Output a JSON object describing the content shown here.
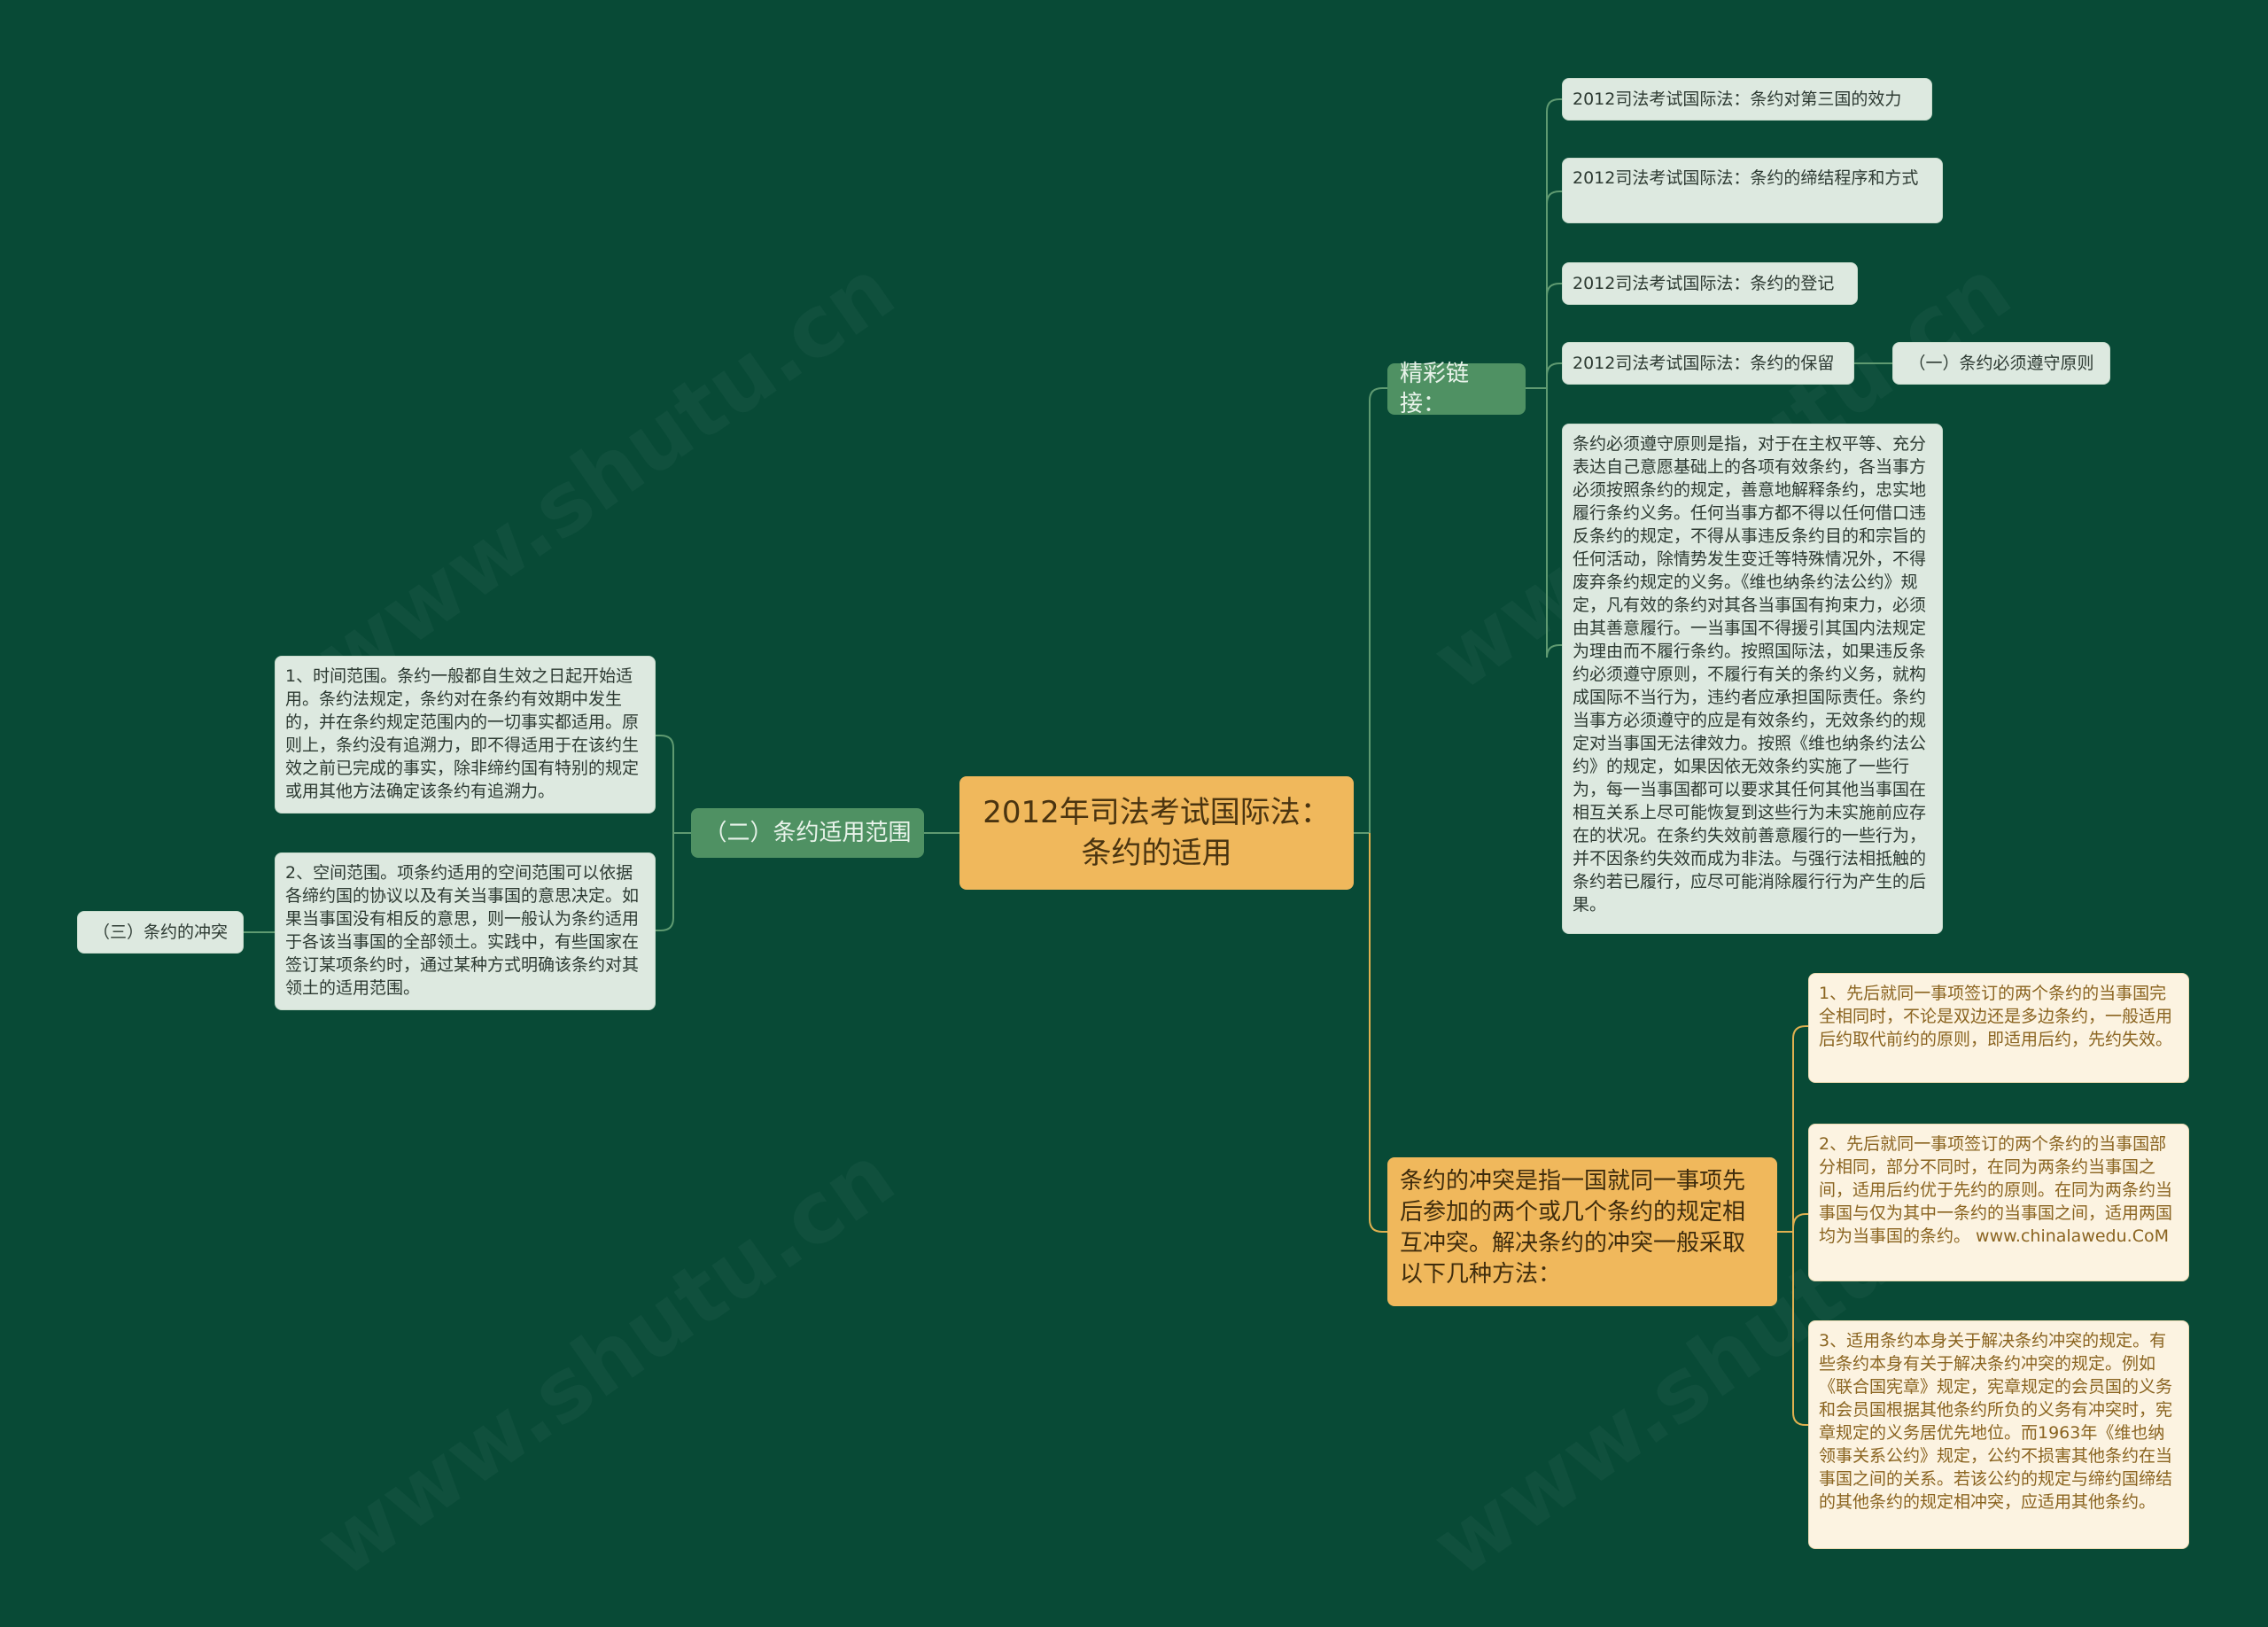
{
  "root": {
    "title": "2012年司法考试国际法：条约的适用"
  },
  "left_branch": {
    "label": "（二）条约适用范围",
    "items": [
      "1、时间范围。条约一般都自生效之日起开始适用。条约法规定，条约对在条约有效期中发生的，并在条约规定范围内的一切事实都适用。原则上，条约没有追溯力，即不得适用于在该约生效之前已完成的事实，除非缔约国有特别的规定或用其他方法确定该条约有追溯力。",
      "2、空间范围。项条约适用的空间范围可以依据各缔约国的协议以及有关当事国的意思决定。如果当事国没有相反的意思，则一般认为条约适用于各该当事国的全部领土。实践中，有些国家在签订某项条约时，通过某种方式明确该条约对其领土的适用范围。"
    ],
    "sub_label": "（三）条约的冲突"
  },
  "right_top_branch": {
    "label": "精彩链接：",
    "links": [
      "2012司法考试国际法：条约对第三国的效力",
      "2012司法考试国际法：条约的缔结程序和方式",
      "2012司法考试国际法：条约的登记",
      "2012司法考试国际法：条约的保留"
    ],
    "link_child": "（一）条约必须遵守原则",
    "detail": "条约必须遵守原则是指，对于在主权平等、充分表达自己意愿基础上的各项有效条约，各当事方必须按照条约的规定，善意地解释条约，忠实地履行条约义务。任何当事方都不得以任何借口违反条约的规定，不得从事违反条约目的和宗旨的任何活动，除情势发生变迁等特殊情况外，不得废弃条约规定的义务。《维也纳条约法公约》规定，凡有效的条约对其各当事国有拘束力，必须由其善意履行。一当事国不得援引其国内法规定为理由而不履行条约。按照国际法，如果违反条约必须遵守原则，不履行有关的条约义务，就构成国际不当行为，违约者应承担国际责任。条约当事方必须遵守的应是有效条约，无效条约的规定对当事国无法律效力。按照《维也纳条约法公约》的规定，如果因依无效条约实施了一些行为，每一当事国都可以要求其任何其他当事国在相互关系上尽可能恢复到这些行为未实施前应存在的状况。在条约失效前善意履行的一些行为，并不因条约失效而成为非法。与强行法相抵触的条约若已履行，应尽可能消除履行行为产生的后果。"
  },
  "right_bottom_branch": {
    "label": "条约的冲突是指一国就同一事项先后参加的两个或几个条约的规定相互冲突。解决条约的冲突一般采取以下几种方法：",
    "items": [
      "1、先后就同一事项签订的两个条约的当事国完全相同时，不论是双边还是多边条约，一般适用后约取代前约的原则，即适用后约，先约失效。",
      "2、先后就同一事项签订的两个条约的当事国部分相同，部分不同时，在同为两条约当事国之间，适用后约优于先约的原则。在同为两条约当事国与仅为其中一条约的当事国之间，适用两国均为当事国的条约。 www.chinalawedu.CoM",
      "3、适用条约本身关于解决条约冲突的规定。有些条约本身有关于解决条约冲突的规定。例如《联合国宪章》规定，宪章规定的会员国的义务和会员国根据其他条约所负的义务有冲突时，宪章规定的义务居优先地位。而1963年《维也纳领事关系公约》规定，公约不损害其他条约在当事国之间的关系。若该公约的规定与缔约国缔结的其他条约的规定相冲突，应适用其他条约。"
    ]
  },
  "colors": {
    "background": "#084a36",
    "root": "#f0b85c",
    "green_branch": "#4f9163",
    "green_leaf": "#dde9e0",
    "orange_leaf": "#fcf3e1",
    "line_green": "#5f9a71",
    "line_orange": "#e0b050"
  }
}
